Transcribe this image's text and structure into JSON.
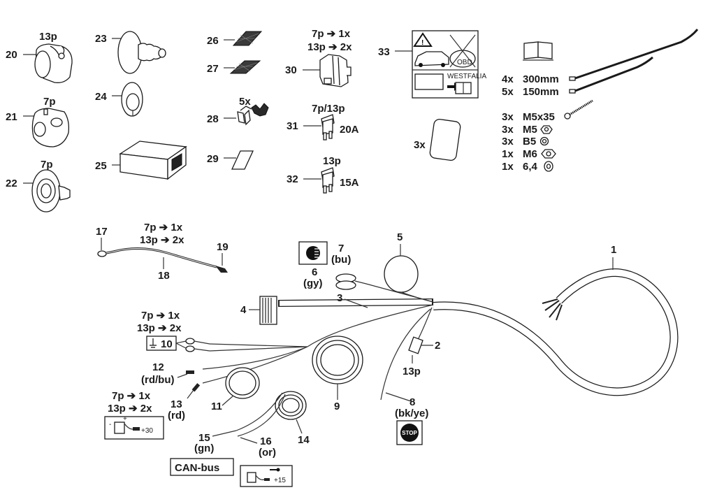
{
  "diagram": {
    "type": "parts-exploded-view",
    "subject": "Trailer hitch electrical wiring kit",
    "parts": [
      {
        "id": "1",
        "label": "1",
        "desc": "main cable harness"
      },
      {
        "id": "2",
        "label": "2",
        "note": "13p",
        "desc": "13-pin connector"
      },
      {
        "id": "3",
        "label": "3",
        "desc": "harness trunk"
      },
      {
        "id": "4",
        "label": "4",
        "desc": "multi-pin connector"
      },
      {
        "id": "5",
        "label": "5",
        "desc": "wire loop"
      },
      {
        "id": "6",
        "label": "6",
        "color_code": "(gy)"
      },
      {
        "id": "7",
        "label": "7",
        "color_code": "(bu)"
      },
      {
        "id": "8",
        "label": "8",
        "color_code": "(bk/ye)"
      },
      {
        "id": "9",
        "label": "9",
        "desc": "coiled wire"
      },
      {
        "id": "10",
        "label": "10",
        "desc": "ground ring terminals"
      },
      {
        "id": "11",
        "label": "11",
        "desc": "coiled wire"
      },
      {
        "id": "12",
        "label": "12",
        "color_code": "(rd/bu)"
      },
      {
        "id": "13",
        "label": "13",
        "color_code": "(rd)"
      },
      {
        "id": "14",
        "label": "14",
        "desc": "coiled wire"
      },
      {
        "id": "15",
        "label": "15",
        "color_code": "(gn)"
      },
      {
        "id": "16",
        "label": "16",
        "color_code": "(or)"
      },
      {
        "id": "17",
        "label": "17",
        "desc": "ring terminal"
      },
      {
        "id": "18",
        "label": "18",
        "desc": "ground lead"
      },
      {
        "id": "19",
        "label": "19",
        "desc": "connector"
      },
      {
        "id": "20",
        "label": "20",
        "note": "13p",
        "desc": "13-pin socket"
      },
      {
        "id": "21",
        "label": "21",
        "note": "7p",
        "desc": "7-pin socket"
      },
      {
        "id": "22",
        "label": "22",
        "note": "7p",
        "desc": "7-pin socket plate"
      },
      {
        "id": "23",
        "label": "23",
        "desc": "gasket with grommet"
      },
      {
        "id": "24",
        "label": "24",
        "desc": "gasket"
      },
      {
        "id": "25",
        "label": "25",
        "desc": "control module"
      },
      {
        "id": "26",
        "label": "26",
        "desc": "adhesive pad"
      },
      {
        "id": "27",
        "label": "27",
        "desc": "adhesive pad"
      },
      {
        "id": "28",
        "label": "28",
        "note": "5x",
        "desc": "terminals"
      },
      {
        "id": "29",
        "label": "29",
        "desc": "label card"
      },
      {
        "id": "30",
        "label": "30",
        "desc": "relay holder"
      },
      {
        "id": "31",
        "label": "31",
        "note": "7p/13p",
        "rating": "20A"
      },
      {
        "id": "32",
        "label": "32",
        "note": "13p",
        "rating": "15A"
      },
      {
        "id": "33",
        "label": "33",
        "desc": "warning label",
        "brand": "WESTFALIA"
      }
    ],
    "quantity_notes": {
      "line1": "7p ➔ 1x",
      "line2": "13p ➔ 2x"
    },
    "pad_qty": "3x",
    "hardware": [
      {
        "qty": "4x",
        "spec": "300mm",
        "icon": "cable-tie-icon"
      },
      {
        "qty": "5x",
        "spec": "150mm",
        "icon": "cable-tie-icon"
      },
      {
        "qty": "3x",
        "spec": "M5x35",
        "icon": "screw-icon"
      },
      {
        "qty": "3x",
        "spec": "M5",
        "icon": "nut-icon"
      },
      {
        "qty": "3x",
        "spec": "B5",
        "icon": "spring-washer-icon"
      },
      {
        "qty": "1x",
        "spec": "M6",
        "icon": "nut-icon"
      },
      {
        "qty": "1x",
        "spec": "6,4",
        "icon": "washer-icon"
      }
    ],
    "symbols": {
      "can_bus": "CAN-bus",
      "plus30": "+30",
      "plus15": "+15",
      "stop": "STOP",
      "obd": "OBD",
      "brand": "WESTFALIA"
    }
  }
}
